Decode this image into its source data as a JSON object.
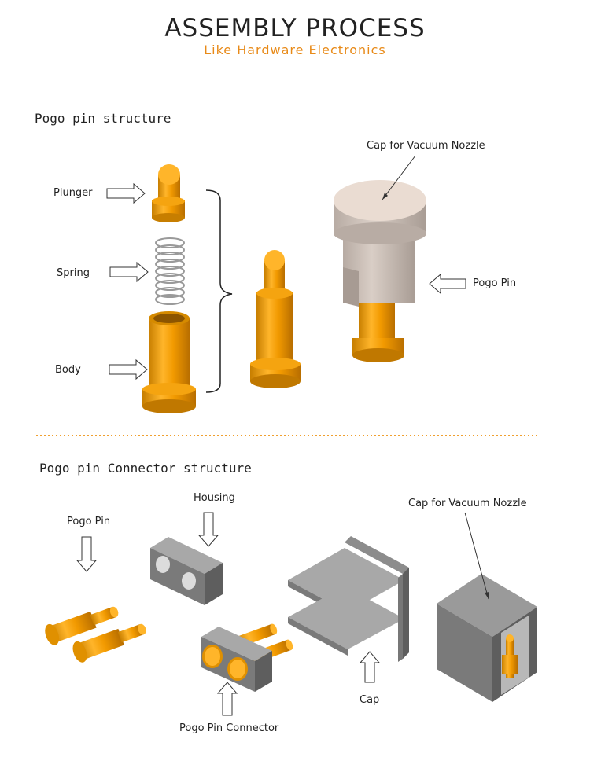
{
  "header": {
    "title": "ASSEMBLY PROCESS",
    "subtitle": "Like Hardware Electronics"
  },
  "section1": {
    "title": "Pogo pin structure",
    "labels": {
      "plunger": "Plunger",
      "spring": "Spring",
      "body": "Body",
      "cap": "Cap for Vacuum Nozzle",
      "pogo_pin": "Pogo Pin"
    }
  },
  "section2": {
    "title": "Pogo pin Connector structure",
    "labels": {
      "pogo_pin": "Pogo Pin",
      "housing": "Housing",
      "cap": "Cap",
      "cap_vacuum": "Cap for Vacuum Nozzle",
      "connector": "Pogo Pin Connector"
    }
  },
  "colors": {
    "gold": "#f0a000",
    "gold_dark": "#c07800",
    "gray": "#8a8a8a",
    "divider": "#f0a030"
  }
}
